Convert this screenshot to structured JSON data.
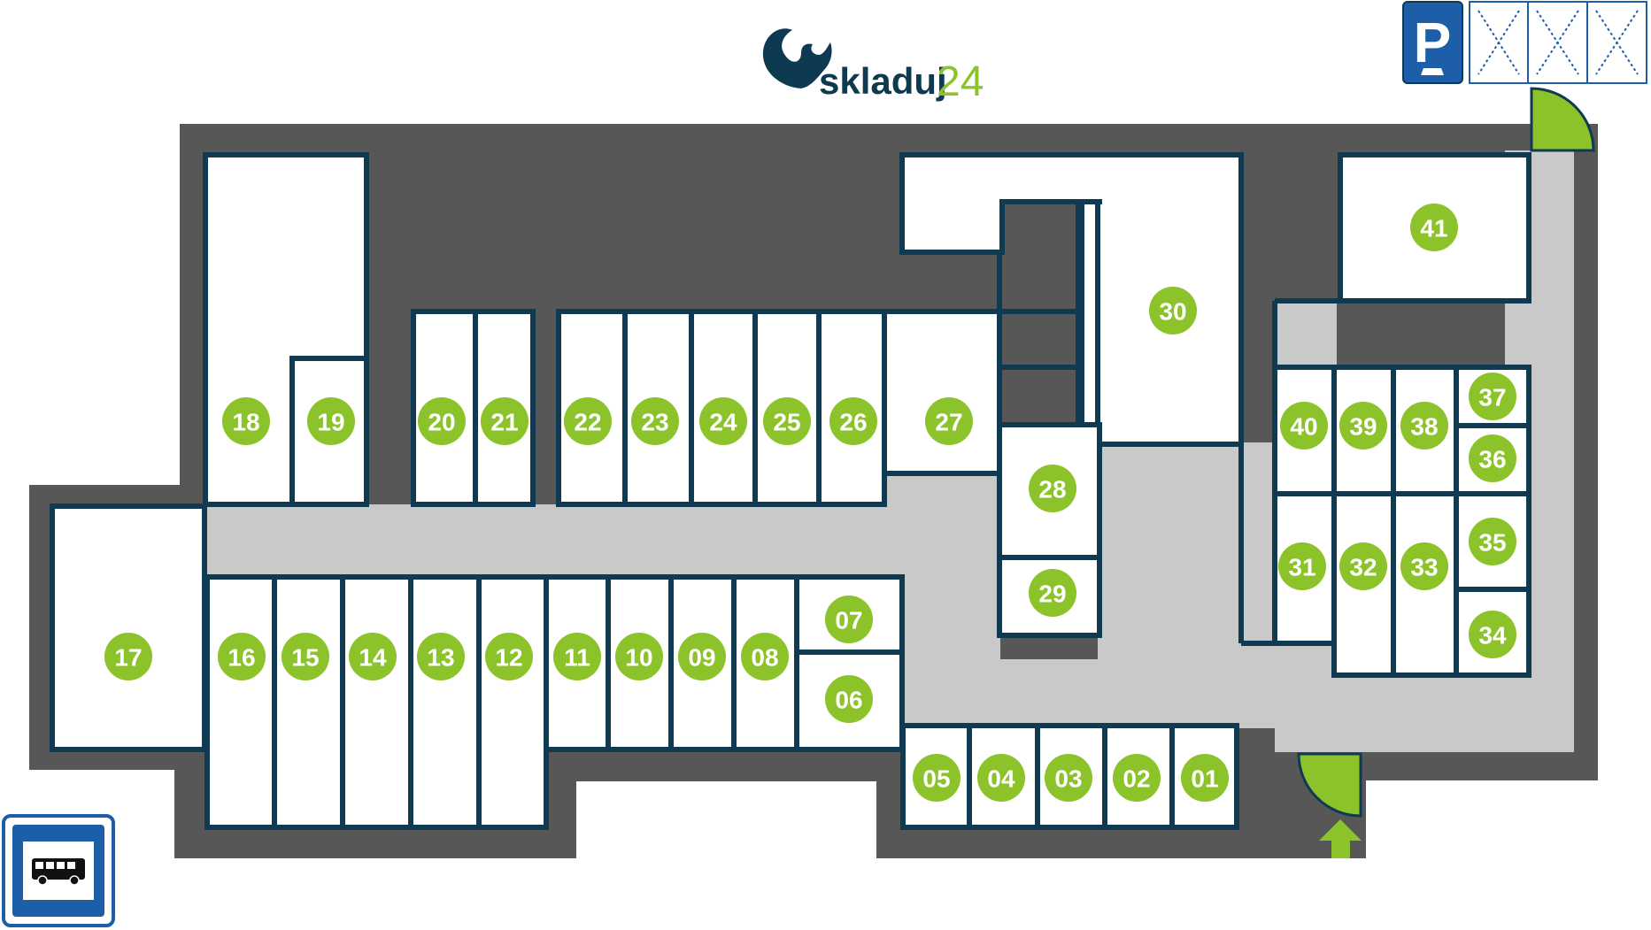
{
  "logo": {
    "name_part": "skladuj",
    "number_part": "24"
  },
  "parking_sign": {
    "letter": "P",
    "icon": "car-icon"
  },
  "bus_sign": {
    "icon": "bus-icon"
  },
  "colors": {
    "wall": "#575757",
    "corridor": "#c9c9c9",
    "outline": "#0f3a52",
    "badge": "#8cc22a",
    "sign_blue": "#1c5fa8"
  },
  "units": [
    "01",
    "02",
    "03",
    "04",
    "05",
    "06",
    "07",
    "08",
    "09",
    "10",
    "11",
    "12",
    "13",
    "14",
    "15",
    "16",
    "17",
    "18",
    "19",
    "20",
    "21",
    "22",
    "23",
    "24",
    "25",
    "26",
    "27",
    "28",
    "29",
    "30",
    "31",
    "32",
    "33",
    "34",
    "35",
    "36",
    "37",
    "38",
    "39",
    "40",
    "41"
  ]
}
